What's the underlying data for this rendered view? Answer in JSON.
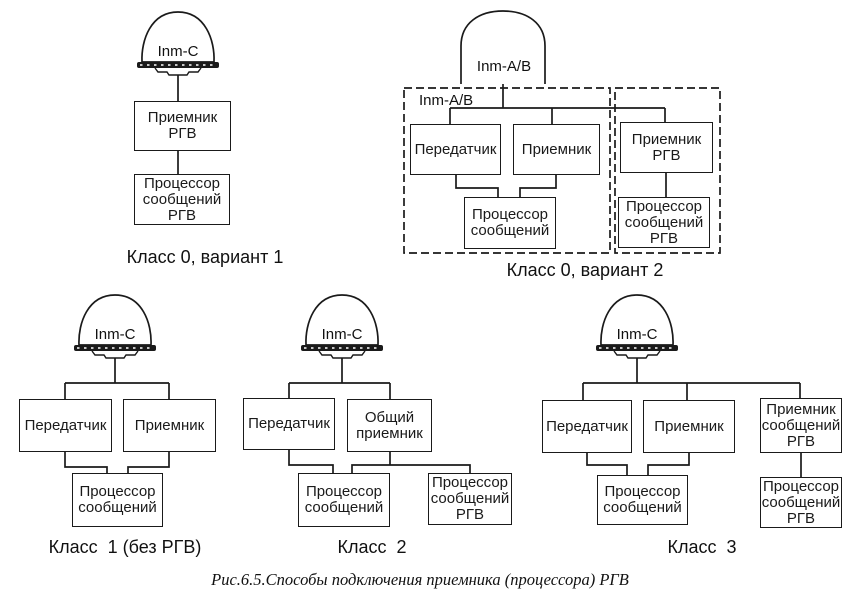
{
  "figure": {
    "caption": "Рис.6.5.Способы подключения приемника (процессора) РГВ"
  },
  "colors": {
    "ink": "#1a1a1a",
    "background": "#ffffff"
  },
  "diagrams": {
    "class0_v1": {
      "antenna": "Inm-C",
      "boxes": {
        "receiver": "Приемник\nРГВ",
        "processor": "Процессор\nсообщений\nРГВ"
      },
      "caption": "Класс 0, вариант 1"
    },
    "class0_v2": {
      "antenna": "Inm-A/B",
      "group_label": "Inm-A/B",
      "boxes": {
        "transmitter": "Передатчик",
        "receiver": "Приемник",
        "processor": "Процессор\nсообщений",
        "egc_receiver": "Приемник\nРГВ",
        "egc_processor": "Процессор\nсообщений\nРГВ"
      },
      "caption": "Класс 0, вариант 2"
    },
    "class1": {
      "antenna": "Inm-C",
      "boxes": {
        "transmitter": "Передатчик",
        "receiver": "Приемник",
        "processor": "Процессор\nсообщений"
      },
      "caption": "Класс  1 (без РГВ)"
    },
    "class2": {
      "antenna": "Inm-C",
      "boxes": {
        "transmitter": "Передатчик",
        "receiver": "Общий\nприемник",
        "processor": "Процессор\nсообщений",
        "egc_processor": "Процессор\nсообщений\nРГВ"
      },
      "caption": "Класс  2"
    },
    "class3": {
      "antenna": "Inm-C",
      "boxes": {
        "transmitter": "Передатчик",
        "receiver": "Приемник",
        "egc_receiver": "Приемник\nсообщений\nРГВ",
        "processor": "Процессор\nсообщений",
        "egc_processor": "Процессор\nсообщений\nРГВ"
      },
      "caption": "Класс  3"
    }
  }
}
